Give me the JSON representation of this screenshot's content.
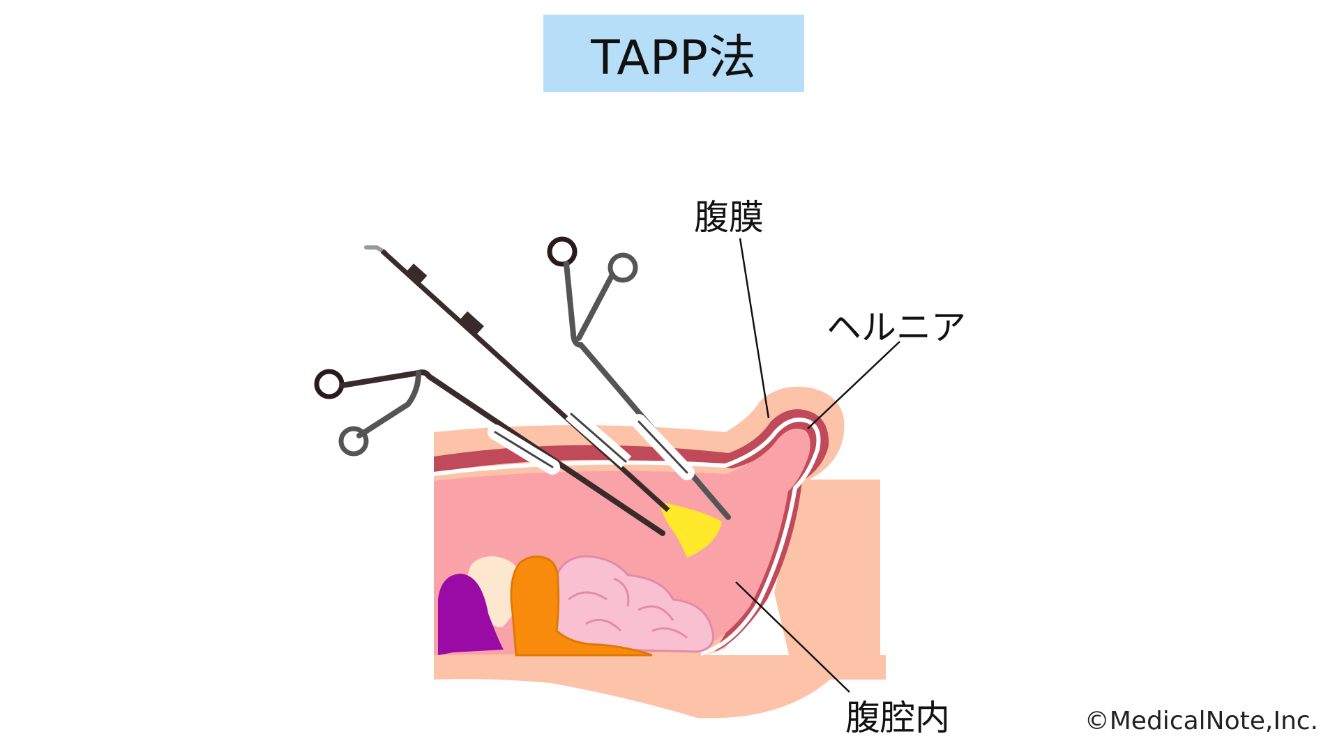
{
  "title": "TAPP法",
  "labels": {
    "peritoneum": "腹膜",
    "hernia": "ヘルニア",
    "abdominal_cavity": "腹腔内"
  },
  "credit": "©MedicalNote,Inc.",
  "colors": {
    "title_background": "#b7def8",
    "skin": "#fcc3a8",
    "peritoneal_cavity": "#f9a2a7",
    "muscle": "#c04a5a",
    "mesh": "#ffe92a",
    "purple_organ": "#9a0aa4",
    "bladder": "#fde7cf",
    "colon": "#f98b0c",
    "small_intestine": "#f9c0d2"
  },
  "icons": [
    "laparoscope-icon",
    "grasper-left-icon",
    "grasper-right-icon",
    "mesh-icon"
  ]
}
